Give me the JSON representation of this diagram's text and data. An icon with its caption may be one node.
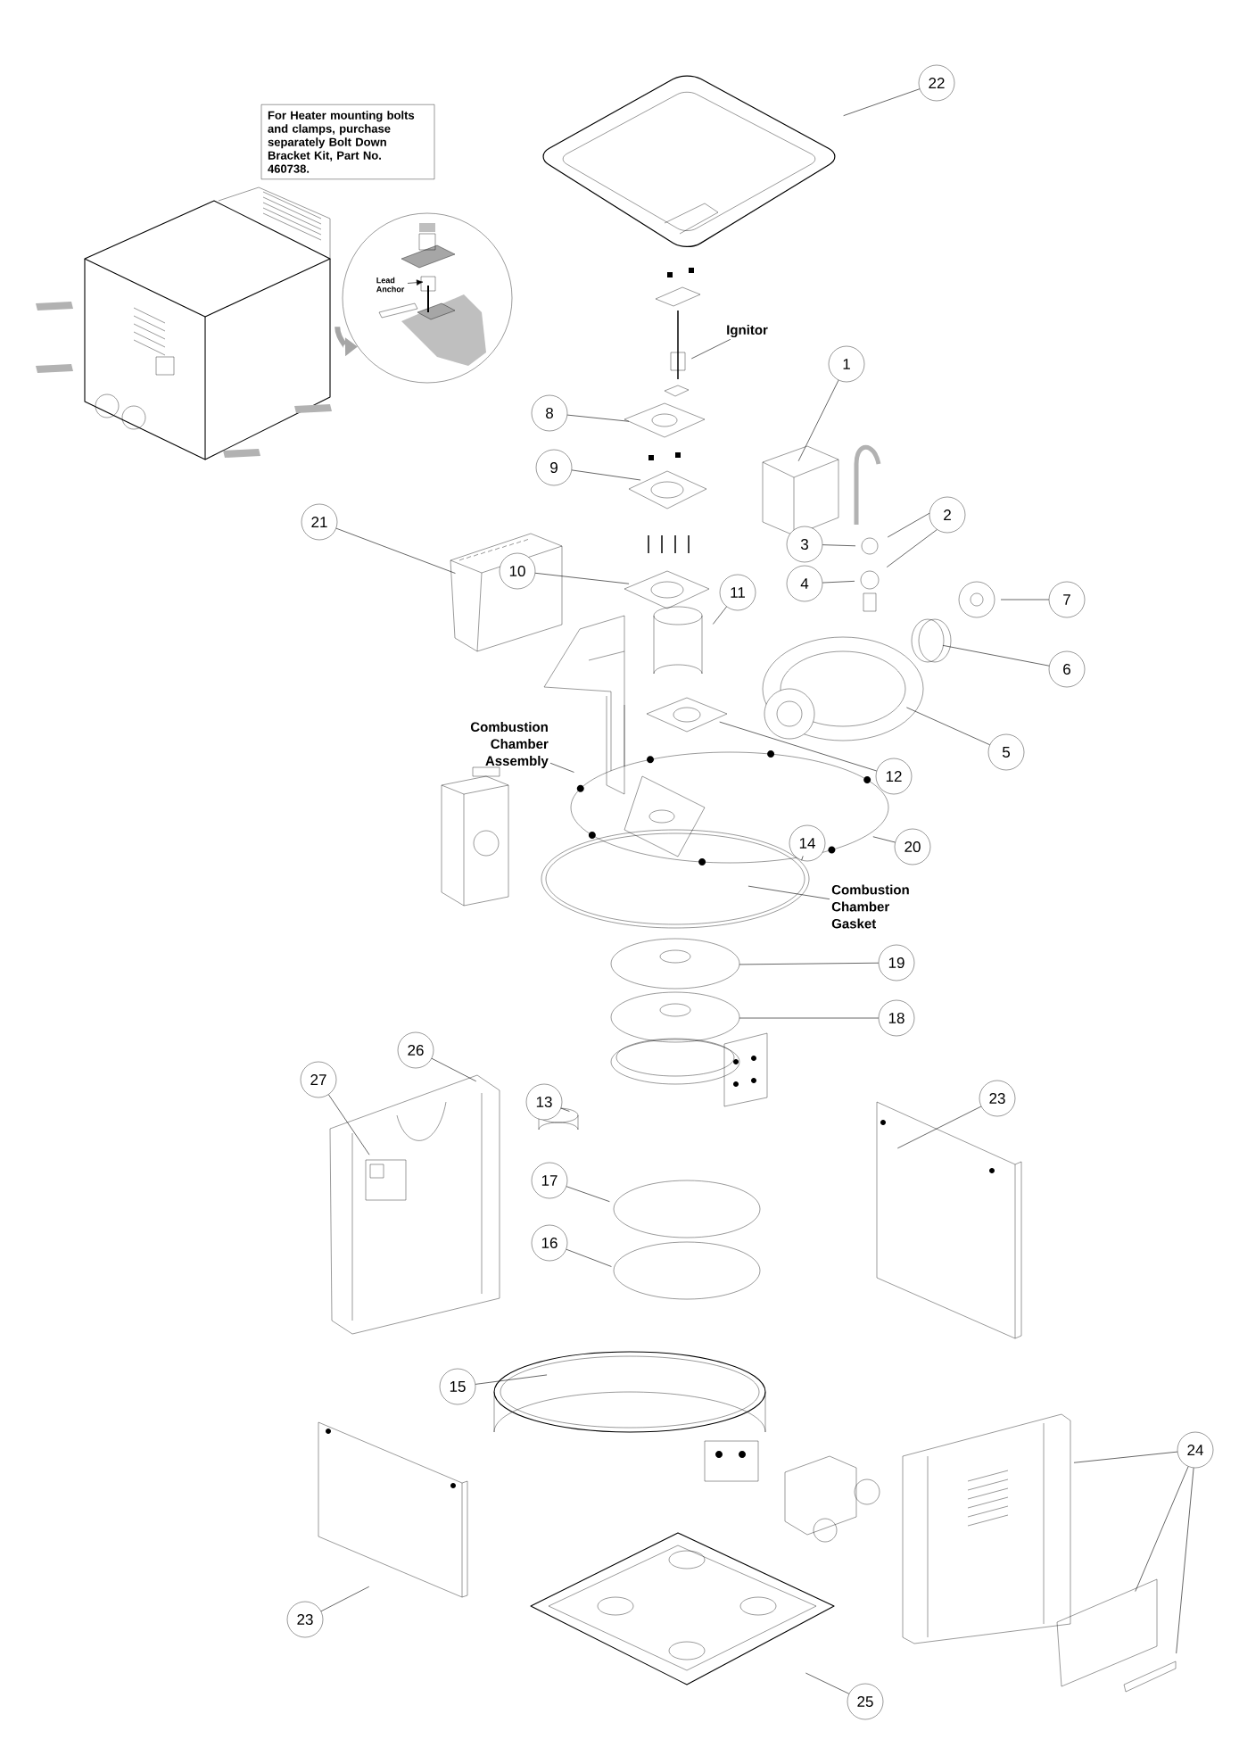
{
  "diagram": {
    "nodes": [
      {
        "text": [
          "For Heater mounting bolts and clamps, purchase separately Bolt Down Bracket Kit, Part No. 460738."
        ]
      },
      {
        "text": [],
        "shape": "picture"
      },
      {
        "text": [],
        "shape": "circle"
      },
      {
        "text": [
          "Lead Anchor"
        ],
        "in": 2
      },
      {
        "text": [
          "22"
        ]
      },
      {
        "text": [
          "Ignitor"
        ]
      },
      {
        "text": [
          "1"
        ]
      },
      {
        "text": [
          "8"
        ]
      },
      {
        "text": [
          "9"
        ]
      },
      {
        "text": [
          "2"
        ]
      },
      {
        "text": [
          "3"
        ]
      },
      {
        "text": [
          "21"
        ]
      },
      {
        "text": [
          "4"
        ]
      },
      {
        "text": [
          "10"
        ]
      },
      {
        "text": [
          "7"
        ]
      },
      {
        "text": [
          "11"
        ]
      },
      {
        "text": [
          "6"
        ]
      },
      {
        "text": [
          "Combustion Chamber Assembly"
        ]
      },
      {
        "text": [
          "5"
        ]
      },
      {
        "text": [
          "12"
        ]
      },
      {
        "text": [
          "20"
        ]
      },
      {
        "text": [
          "14"
        ]
      },
      {
        "text": [
          "Combustion Chamber Gasket"
        ]
      },
      {
        "text": [
          "19"
        ]
      },
      {
        "text": [
          "18"
        ]
      },
      {
        "text": [
          "26"
        ]
      },
      {
        "text": [
          "27"
        ]
      },
      {
        "text": [
          "13"
        ]
      },
      {
        "text": [
          "23"
        ]
      },
      {
        "text": [
          "17"
        ]
      },
      {
        "text": [
          "16"
        ]
      },
      {
        "text": [
          "15"
        ]
      },
      {
        "text": [
          "24"
        ]
      },
      {
        "text": [
          "23"
        ]
      },
      {
        "text": [
          "25"
        ]
      }
    ],
    "edges": [
      {
        "from": 3,
        "to": null,
        "arrow": "to"
      },
      {
        "from": 1,
        "to": 2,
        "arrow": "to",
        "style": "thick",
        "color": "#a6a6a6"
      },
      {
        "from": 4,
        "to": null,
        "arrow": "none"
      },
      {
        "from": 5,
        "to": null,
        "arrow": "none"
      },
      {
        "from": 6,
        "to": null,
        "arrow": "none"
      },
      {
        "from": 7,
        "to": null,
        "arrow": "none"
      },
      {
        "from": 8,
        "to": null,
        "arrow": "none"
      },
      {
        "from": 9,
        "to": null,
        "arrow": "none"
      },
      {
        "from": 9,
        "to": null,
        "arrow": "none"
      },
      {
        "from": 10,
        "to": null,
        "arrow": "none"
      },
      {
        "from": 11,
        "to": null,
        "arrow": "none"
      },
      {
        "from": 12,
        "to": null,
        "arrow": "none"
      },
      {
        "from": 13,
        "to": null,
        "arrow": "none"
      },
      {
        "from": 14,
        "to": null,
        "arrow": "none"
      },
      {
        "from": 15,
        "to": null,
        "arrow": "none"
      },
      {
        "from": 16,
        "to": null,
        "arrow": "none"
      },
      {
        "from": 17,
        "to": null,
        "arrow": "none"
      },
      {
        "from": 18,
        "to": null,
        "arrow": "none"
      },
      {
        "from": 19,
        "to": null,
        "arrow": "none"
      },
      {
        "from": 20,
        "to": null,
        "arrow": "none"
      },
      {
        "from": 21,
        "to": null,
        "arrow": "none"
      },
      {
        "from": 22,
        "to": null,
        "arrow": "none"
      },
      {
        "from": 23,
        "to": null,
        "arrow": "none"
      },
      {
        "from": 24,
        "to": null,
        "arrow": "none"
      },
      {
        "from": 25,
        "to": null,
        "arrow": "none"
      },
      {
        "from": 26,
        "to": null,
        "arrow": "none"
      },
      {
        "from": 27,
        "to": null,
        "arrow": "none"
      },
      {
        "from": 28,
        "to": null,
        "arrow": "none"
      },
      {
        "from": 29,
        "to": null,
        "arrow": "none"
      },
      {
        "from": 30,
        "to": null,
        "arrow": "none"
      },
      {
        "from": 31,
        "to": null,
        "arrow": "none"
      },
      {
        "from": 32,
        "to": null,
        "arrow": "none"
      },
      {
        "from": 32,
        "to": null,
        "arrow": "none"
      },
      {
        "from": 32,
        "to": null,
        "arrow": "none"
      },
      {
        "from": 33,
        "to": null,
        "arrow": "none"
      },
      {
        "from": 34,
        "to": null,
        "arrow": "none"
      }
    ]
  }
}
